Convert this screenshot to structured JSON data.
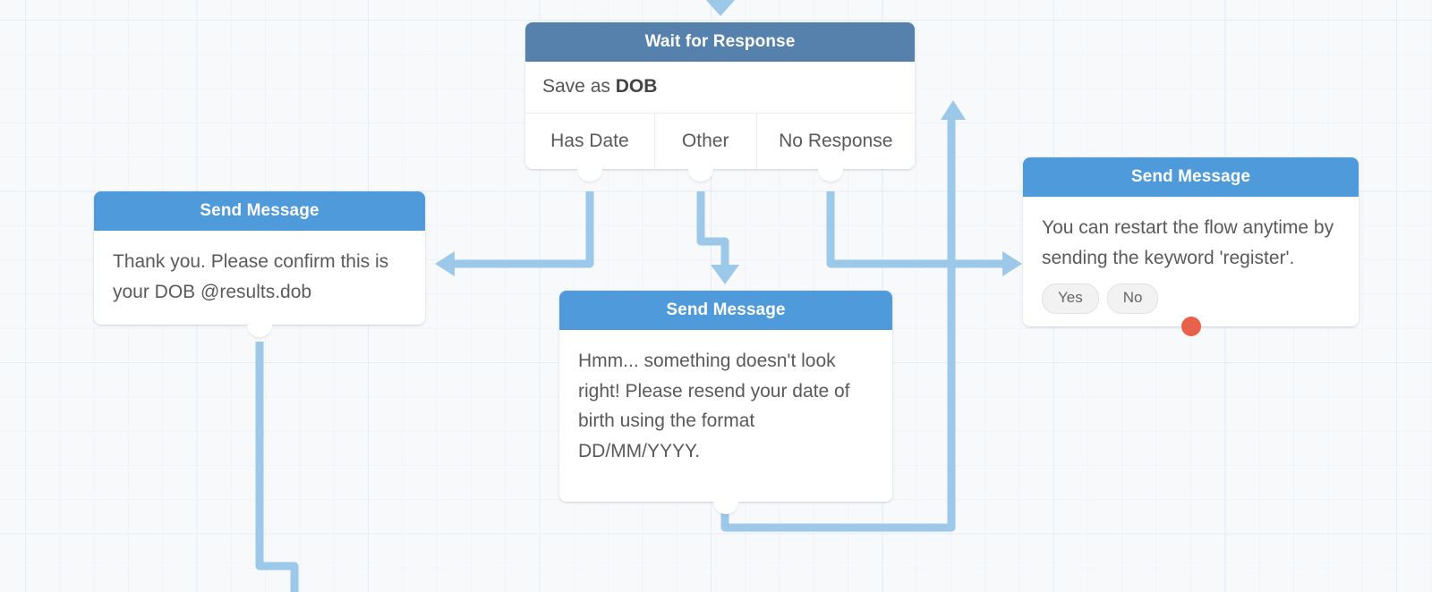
{
  "canvas": {
    "background_color": "#f8f9fa",
    "grid_color": "#e2edf9",
    "edge_color": "#9cc8ea"
  },
  "nodes": [
    {
      "id": "wait-for-response",
      "type": "wait-for-response",
      "title": "Wait for Response",
      "header_color": "#5581ac",
      "save_as_prefix": "Save as",
      "save_as_variable": "DOB",
      "ports": [
        "Has Date",
        "Other",
        "No Response"
      ]
    },
    {
      "id": "send-message-confirm",
      "type": "send-message",
      "title": "Send Message",
      "header_color": "#4e9ada",
      "body": "Thank you. Please confirm this is your DOB @results.dob"
    },
    {
      "id": "send-message-retry",
      "type": "send-message",
      "title": "Send Message",
      "header_color": "#4e9ada",
      "body": "Hmm... something doesn't look right! Please resend your date of birth using the format DD/MM/YYYY."
    },
    {
      "id": "send-message-restart",
      "type": "send-message",
      "title": "Send Message",
      "header_color": "#4e9ada",
      "body": "You can restart the flow anytime by sending the keyword 'register'.",
      "quick_replies": [
        "Yes",
        "No"
      ],
      "status_dot_color": "#e8614a"
    }
  ]
}
